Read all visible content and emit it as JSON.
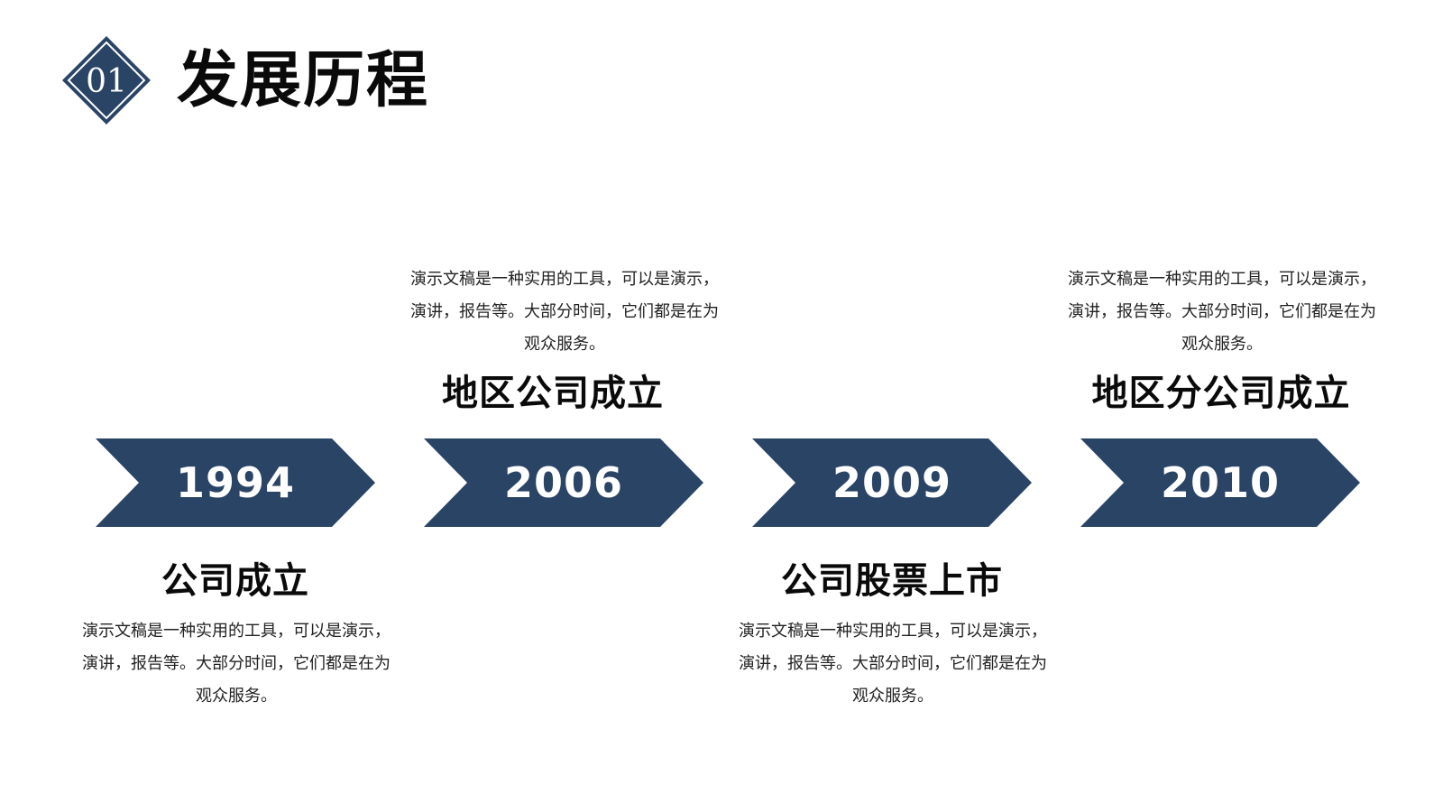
{
  "header": {
    "badge_number": "01",
    "title": "发展历程"
  },
  "colors": {
    "accent": "#2a4466",
    "text": "#0a0a0a"
  },
  "timeline": [
    {
      "year": "1994",
      "title": "公司成立",
      "desc": "演示文稿是一种实用的工具，可以是演示，演讲，报告等。大部分时间，它们都是在为观众服务。"
    },
    {
      "year": "2006",
      "title": "地区公司成立",
      "desc": "演示文稿是一种实用的工具，可以是演示，演讲，报告等。大部分时间，它们都是在为观众服务。"
    },
    {
      "year": "2009",
      "title": "公司股票上市",
      "desc": "演示文稿是一种实用的工具，可以是演示，演讲，报告等。大部分时间，它们都是在为观众服务。"
    },
    {
      "year": "2010",
      "title": "地区分公司成立",
      "desc": "演示文稿是一种实用的工具，可以是演示，演讲，报告等。大部分时间，它们都是在为观众服务。"
    }
  ]
}
